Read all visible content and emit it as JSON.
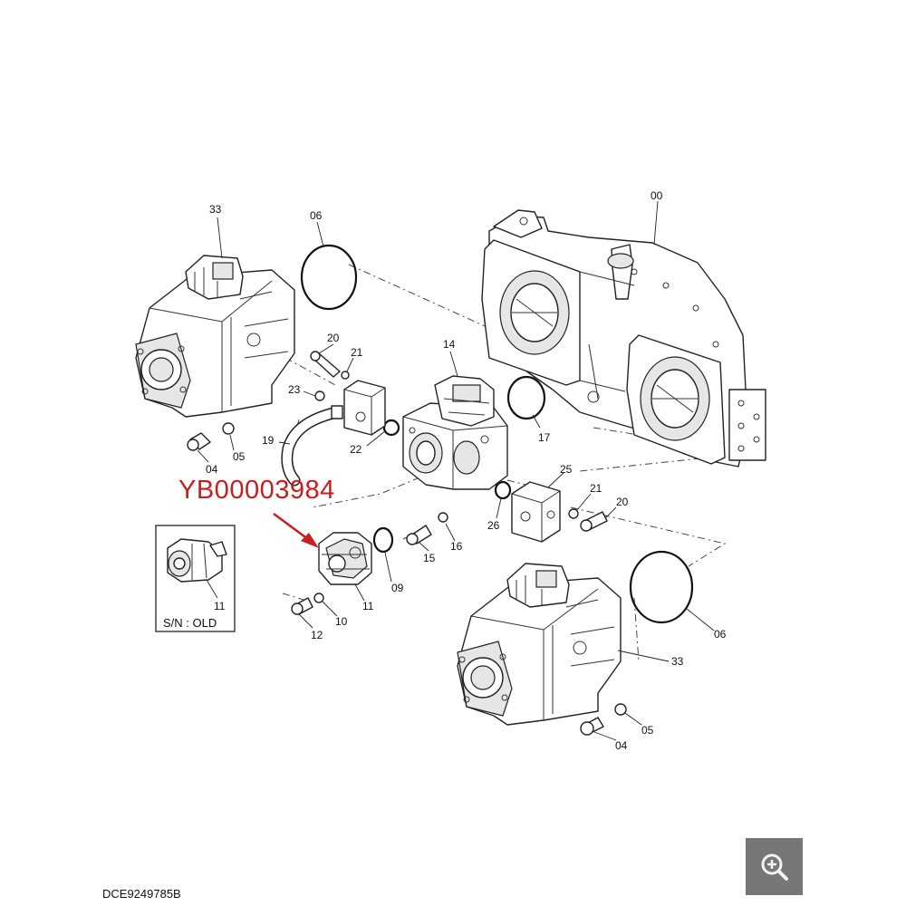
{
  "part_code": "YB00003984",
  "drawing_code": "DCE9249785B",
  "inset": {
    "serial_label": "S/N : OLD",
    "part_number": "11"
  },
  "callouts": {
    "c33a": "33",
    "c06a": "06",
    "c00": "00",
    "c20a": "20",
    "c21a": "21",
    "c14": "14",
    "c23": "23",
    "c17": "17",
    "c19": "19",
    "c05a": "05",
    "c22": "22",
    "c04a": "04",
    "c25": "25",
    "c21b": "21",
    "c20b": "20",
    "c26": "26",
    "c16": "16",
    "c15": "15",
    "c09": "09",
    "c11": "11",
    "c10": "10",
    "c12": "12",
    "c06b": "06",
    "c33b": "33",
    "c05b": "05",
    "c04b": "04"
  },
  "colors": {
    "highlight": "#c81e1e",
    "zoom_button_bg": "#6c6c6c"
  },
  "zoom_icon": "zoom-in-icon"
}
